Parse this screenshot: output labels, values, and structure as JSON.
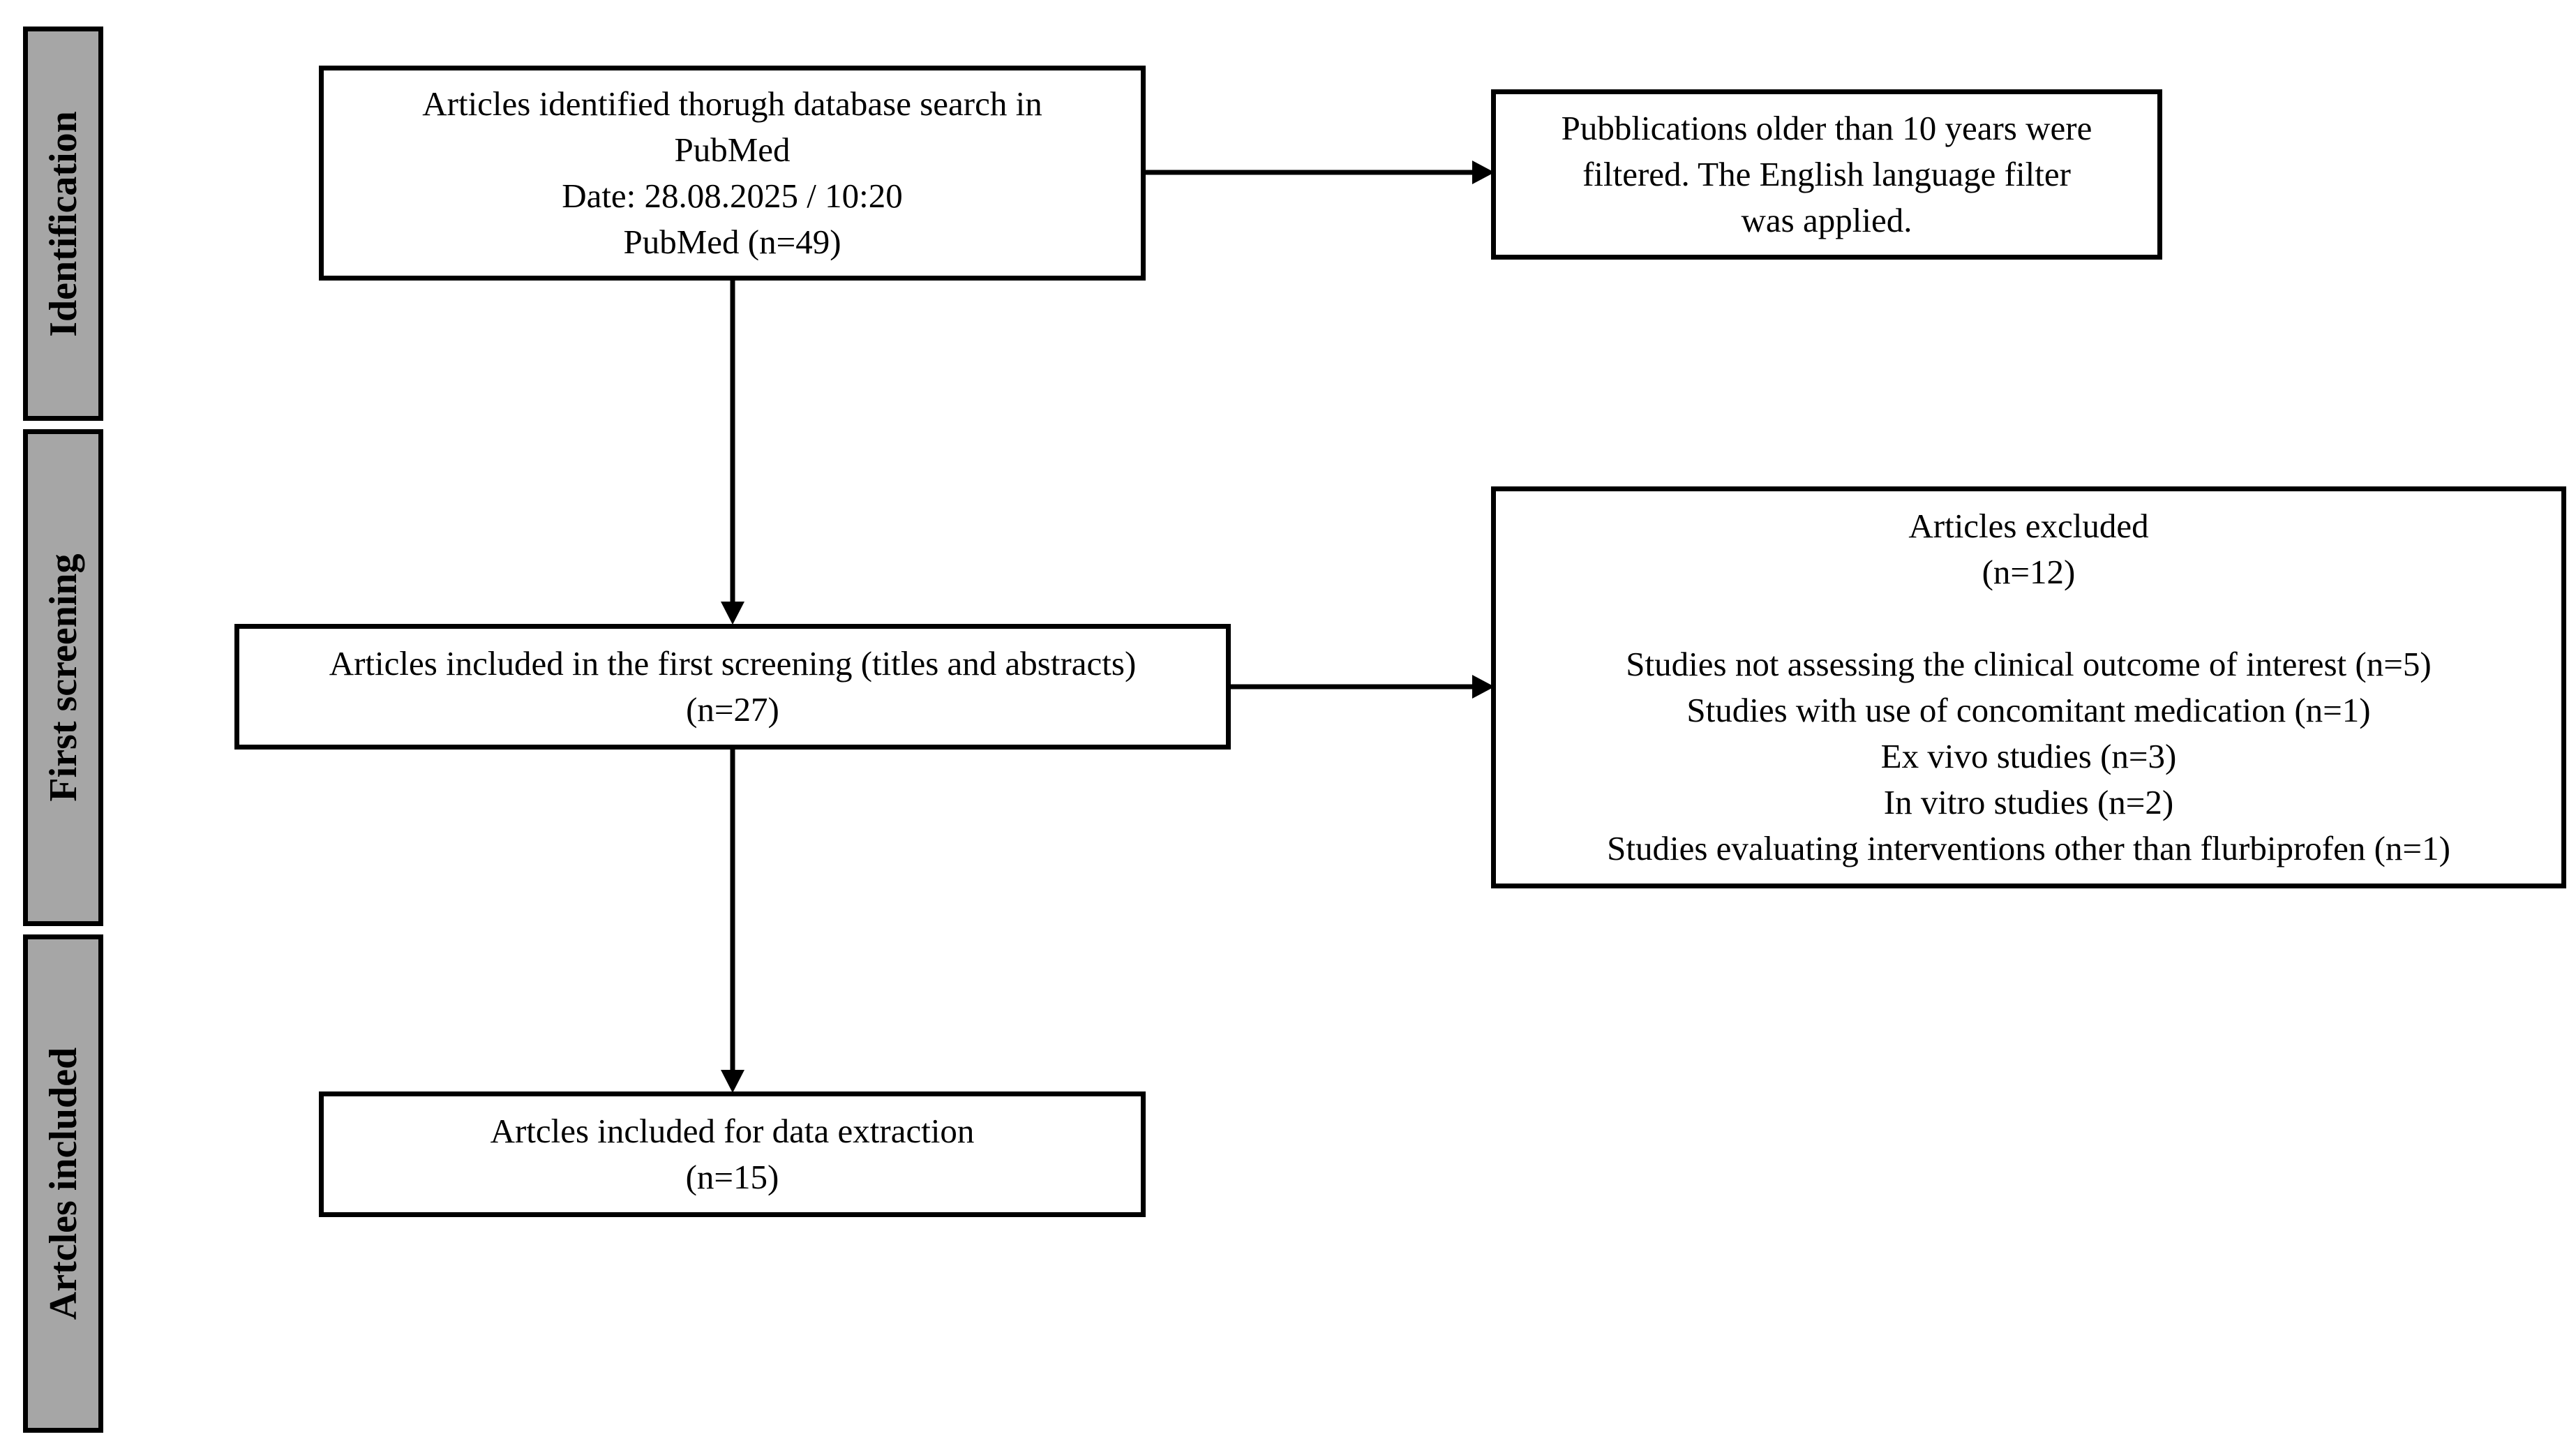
{
  "phases": {
    "identification": "Identification",
    "first_screening": "First screening",
    "included": "Artcles included"
  },
  "boxes": {
    "identified": {
      "lines": [
        "Articles identified thorugh database search in",
        "PubMed",
        "Date: 28.08.2025 / 10:20",
        "PubMed (n=49)"
      ]
    },
    "filters": {
      "lines": [
        "Pubblications older than 10 years were",
        "filtered. The English language filter",
        "was applied."
      ]
    },
    "screening": {
      "lines": [
        "Articles included in the first screening (titles and abstracts)",
        "(n=27)"
      ]
    },
    "excluded": {
      "title": "Articles excluded",
      "count": "(n=12)",
      "reasons": [
        "Studies not assessing the clinical outcome of interest (n=5)",
        "Studies with use of concomitant medication (n=1)",
        "Ex vivo studies (n=3)",
        "In vitro studies (n=2)",
        "Studies evaluating interventions other than flurbiprofen (n=1)"
      ]
    },
    "extraction": {
      "lines": [
        "Artcles included for data extraction",
        "(n=15)"
      ]
    }
  },
  "colors": {
    "phase_fill": "#a6a6a6",
    "stroke": "#000000",
    "box_fill": "#ffffff"
  }
}
